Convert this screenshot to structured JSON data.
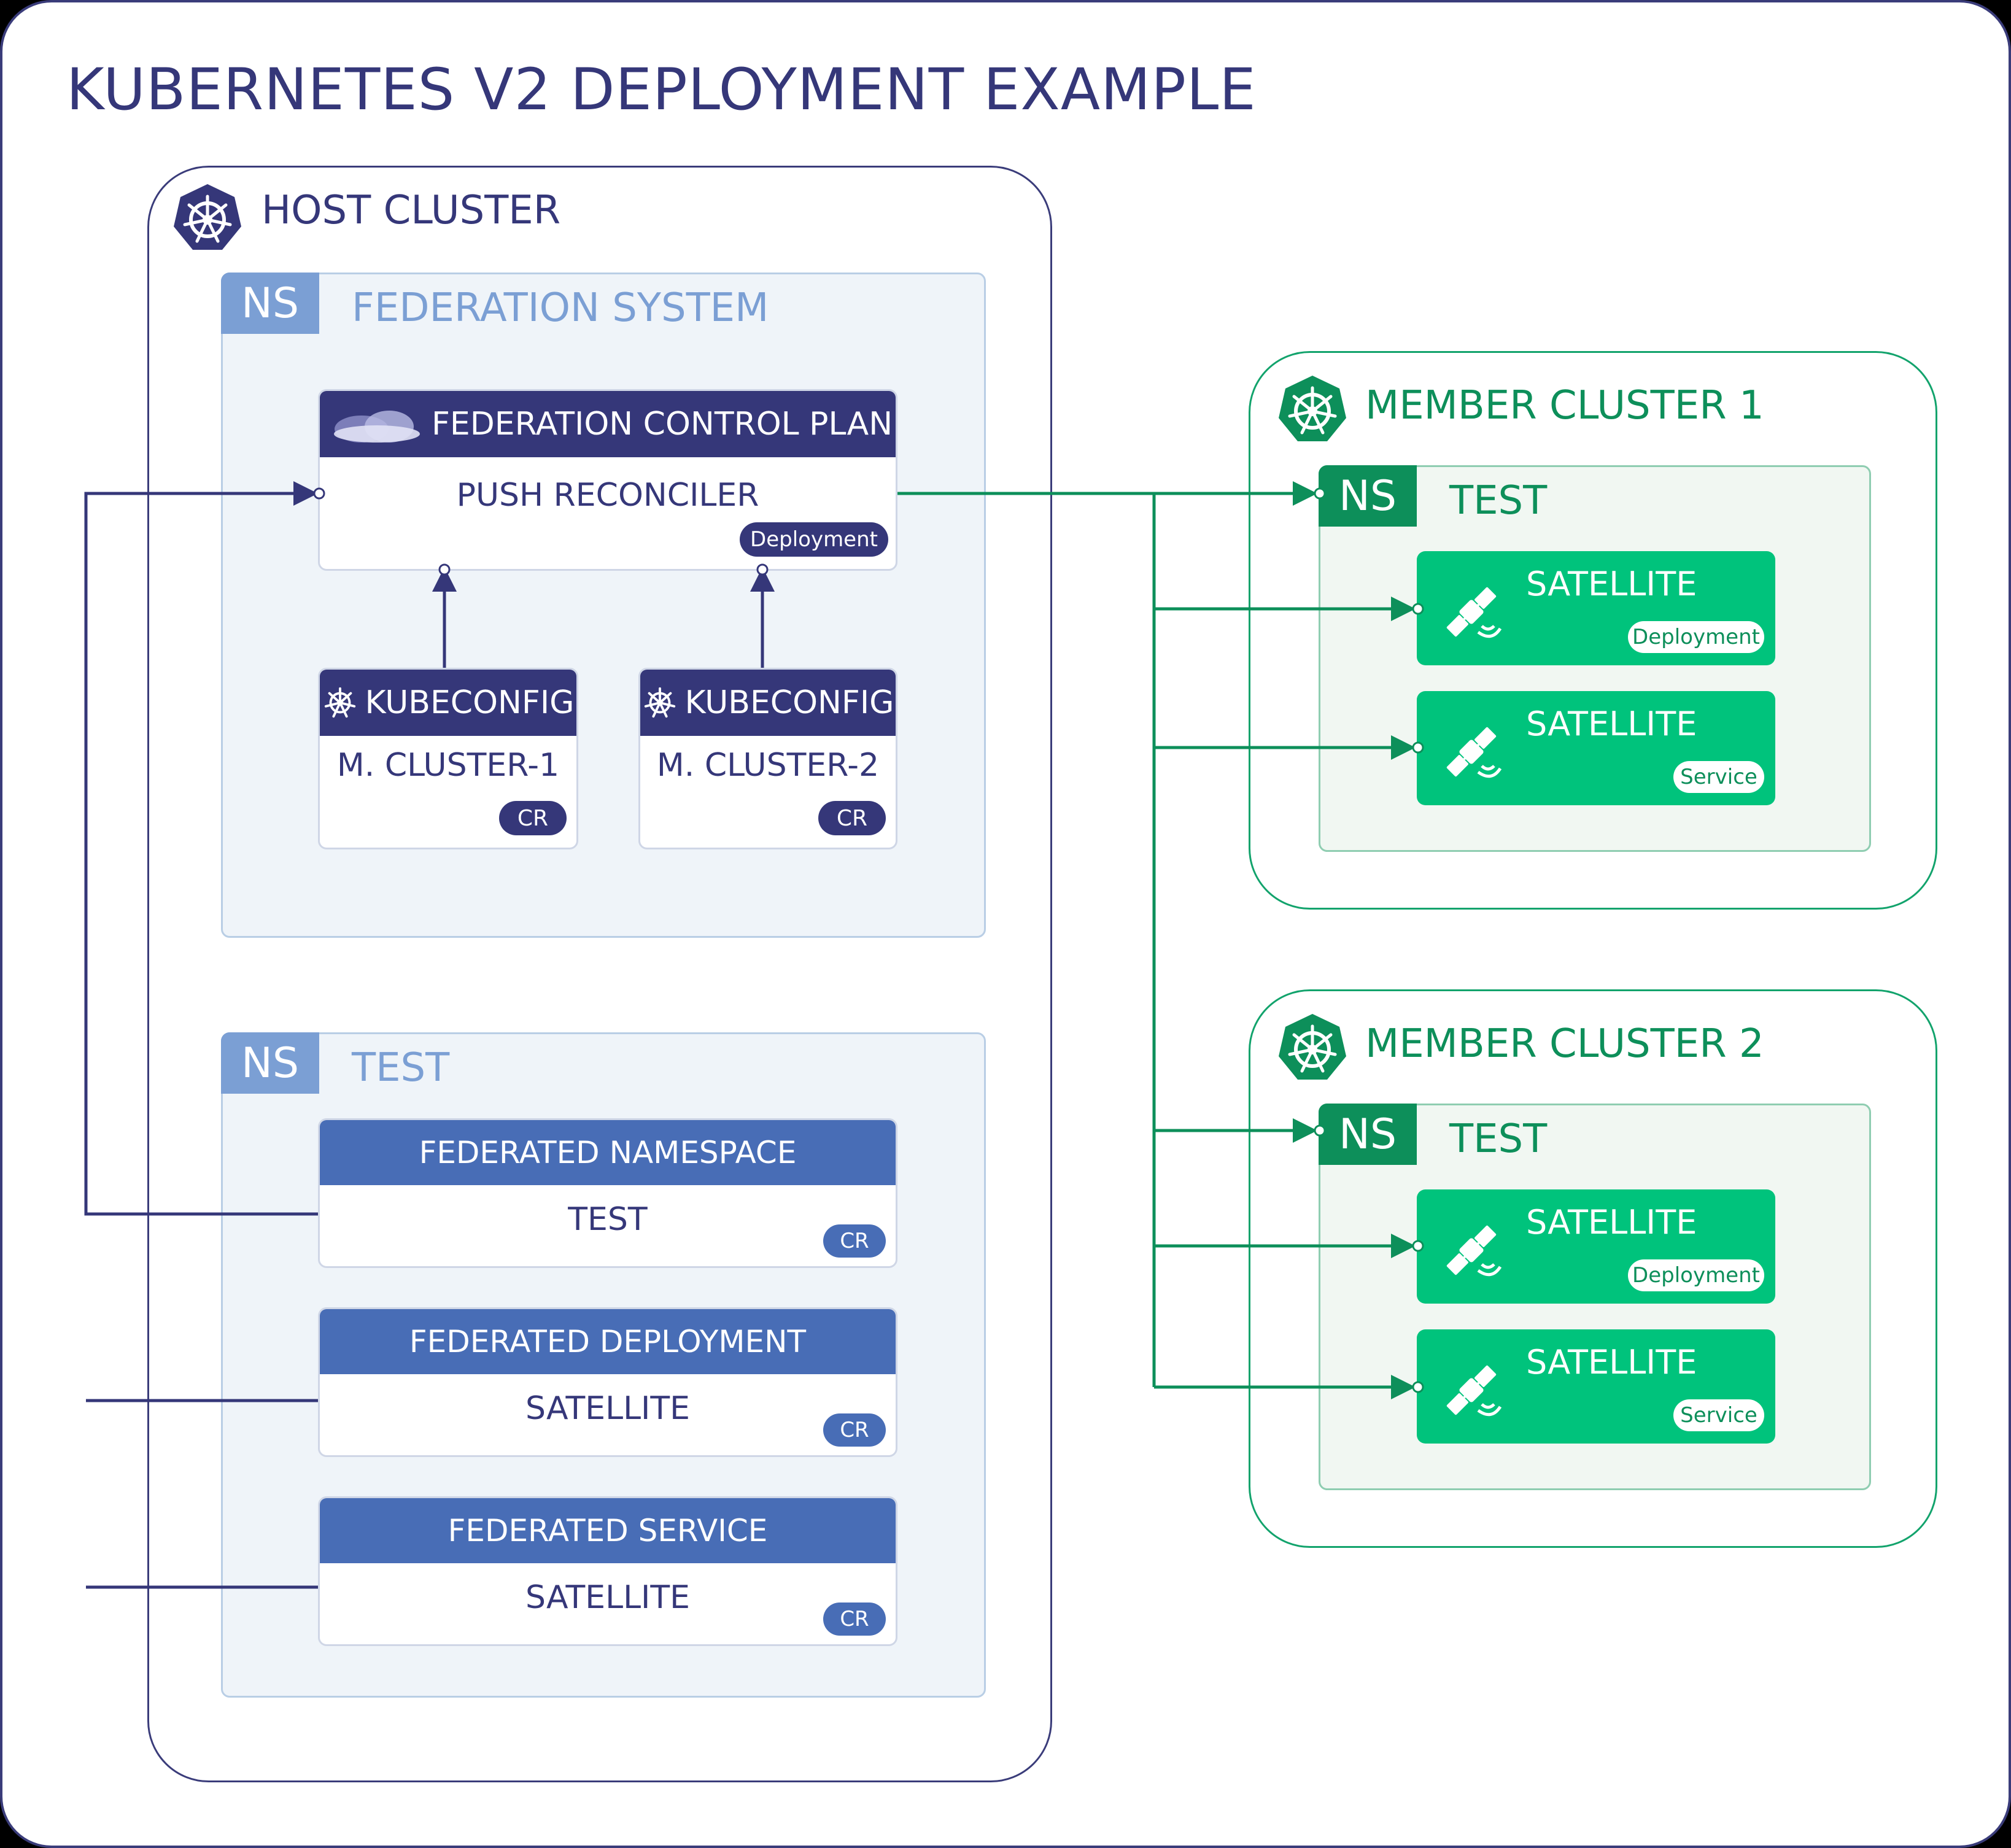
{
  "title": "KUBERNETES V2 DEPLOYMENT EXAMPLE",
  "colors": {
    "navy": "#353779",
    "blue": "#486db6",
    "ns_blue": "#7b9fd4",
    "green": "#0d8f5a",
    "green_bright": "#00c37c"
  },
  "host": {
    "title": "HOST CLUSTER",
    "icon": "kubernetes-icon",
    "fed_ns": {
      "tag": "NS",
      "name": "FEDERATION SYSTEM",
      "control_plane": {
        "header": "FEDERATION CONTROL PLANE",
        "body": "PUSH RECONCILER",
        "badge": "Deployment",
        "icon": "cloud-icon"
      },
      "kubeconfigs": [
        {
          "header": "KUBECONFIG",
          "body": "M. CLUSTER-1",
          "badge": "CR",
          "icon": "kubernetes-icon"
        },
        {
          "header": "KUBECONFIG",
          "body": "M. CLUSTER-2",
          "badge": "CR",
          "icon": "kubernetes-icon"
        }
      ]
    },
    "test_ns": {
      "tag": "NS",
      "name": "TEST",
      "resources": [
        {
          "header": "FEDERATED NAMESPACE",
          "body": "TEST",
          "badge": "CR"
        },
        {
          "header": "FEDERATED DEPLOYMENT",
          "body": "SATELLITE",
          "badge": "CR"
        },
        {
          "header": "FEDERATED SERVICE",
          "body": "SATELLITE",
          "badge": "CR"
        }
      ]
    }
  },
  "members": [
    {
      "title": "MEMBER CLUSTER 1",
      "ns_tag": "NS",
      "ns_name": "TEST",
      "items": [
        {
          "name": "SATELLITE",
          "badge": "Deployment",
          "icon": "satellite-icon"
        },
        {
          "name": "SATELLITE",
          "badge": "Service",
          "icon": "satellite-icon"
        }
      ]
    },
    {
      "title": "MEMBER CLUSTER 2",
      "ns_tag": "NS",
      "ns_name": "TEST",
      "items": [
        {
          "name": "SATELLITE",
          "badge": "Deployment",
          "icon": "satellite-icon"
        },
        {
          "name": "SATELLITE",
          "badge": "Service",
          "icon": "satellite-icon"
        }
      ]
    }
  ]
}
